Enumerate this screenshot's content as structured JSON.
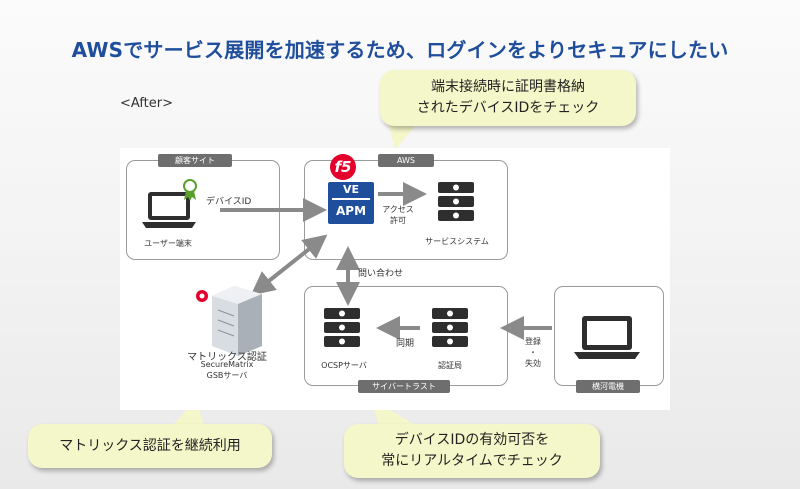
{
  "title": "AWSでサービス展開を加速するため、ログインをよりセキュアにしたい",
  "after_label": "<After>",
  "boxes": {
    "customer_site": "顧客サイト",
    "aws": "AWS",
    "cyber_trust": "サイバートラスト",
    "yokogawa": "横河電機"
  },
  "logos": {
    "f5": "f5",
    "ve": "VE",
    "apm": "APM"
  },
  "labels": {
    "user_terminal": "ユーザー端末",
    "device_id": "デバイスID",
    "access_line1": "アクセス",
    "access_line2": "許可",
    "service_system": "サービスシステム",
    "inquiry": "問い合わせ",
    "matrix_auth": "マトリックス認証",
    "secure_matrix": "SecureMatrix",
    "gsb_server": "GSBサーバ",
    "ocsp_server": "OCSPサーバ",
    "sync": "同期",
    "cert_authority": "認証局",
    "register": "登録",
    "dot": "・",
    "revoke": "失効"
  },
  "callouts": {
    "top_line1": "端末接続時に証明書格納",
    "top_line2": "されたデバイスIDをチェック",
    "bottom_left": "マトリックス認証を継続利用",
    "bottom_right_line1": "デバイスIDの有効可否を",
    "bottom_right_line2": "常にリアルタイムでチェック"
  },
  "colors": {
    "title": "#1f4e9c",
    "callout_bg": "#f4f7c9",
    "apm_blue": "#1f4e9c",
    "f5_red": "#e4002b",
    "server_dark": "#2e2e2e",
    "arrow_gray": "#8a8a8a"
  }
}
